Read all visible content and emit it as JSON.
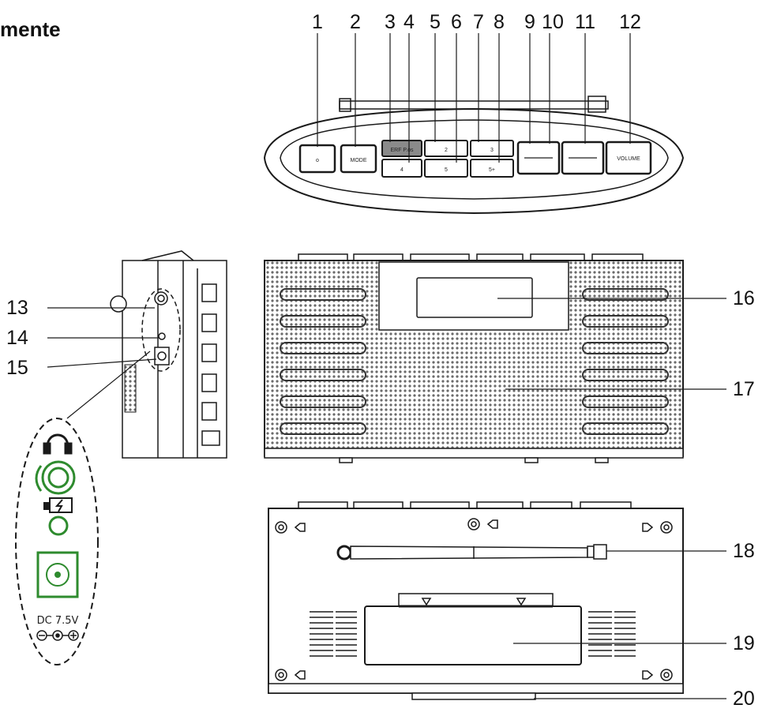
{
  "heading": "mente",
  "top_callouts": [
    "1",
    "2",
    "3",
    "4",
    "5",
    "6",
    "7",
    "8",
    "9",
    "10",
    "11",
    "12"
  ],
  "side_callouts": [
    "13",
    "14",
    "15"
  ],
  "right_callouts": [
    "16",
    "17",
    "18",
    "19",
    "20"
  ],
  "buttons": {
    "mode": "MODE",
    "erf": "ERF P.os",
    "p2": "2",
    "p3": "3",
    "p4": "4",
    "p5": "5",
    "p5plus": "5+",
    "volume": "VOLUME"
  },
  "jack_panel": {
    "dc_label": "DC 7.5V"
  },
  "colors": {
    "line": "#1a1a1a",
    "green": "#2e8b2e",
    "grille": "#6a6a6a"
  }
}
